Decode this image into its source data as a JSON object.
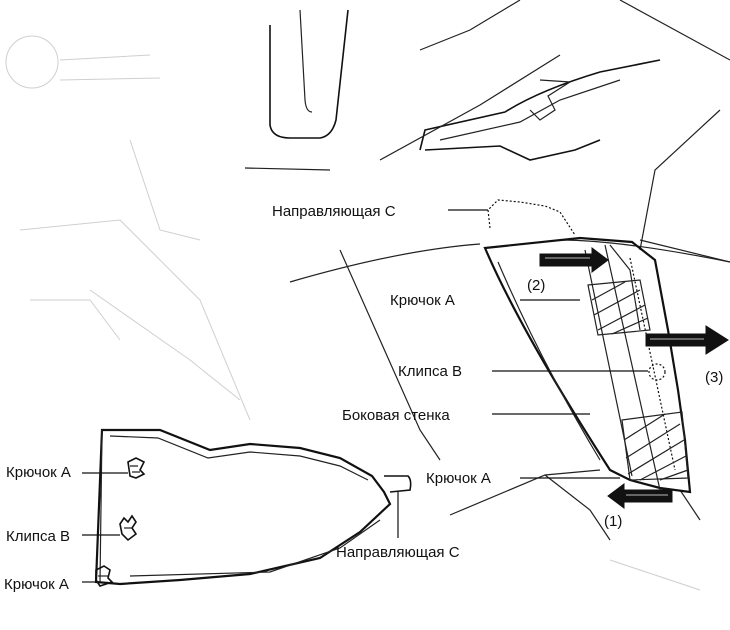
{
  "labels": {
    "guide_c_top": "Направляющая С",
    "hook_a_mid": "Крючок А",
    "clip_b_mid": "Клипса В",
    "side_wall": "Боковая стенка",
    "hook_a_bottom": "Крючок А",
    "guide_c_bottom": "Направляющая С",
    "hook_a_left_top": "Крючок А",
    "clip_b_left": "Клипса В",
    "hook_a_left_bottom": "Крючок А",
    "step_2": "(2)",
    "step_3": "(3)",
    "step_1": "(1)"
  }
}
